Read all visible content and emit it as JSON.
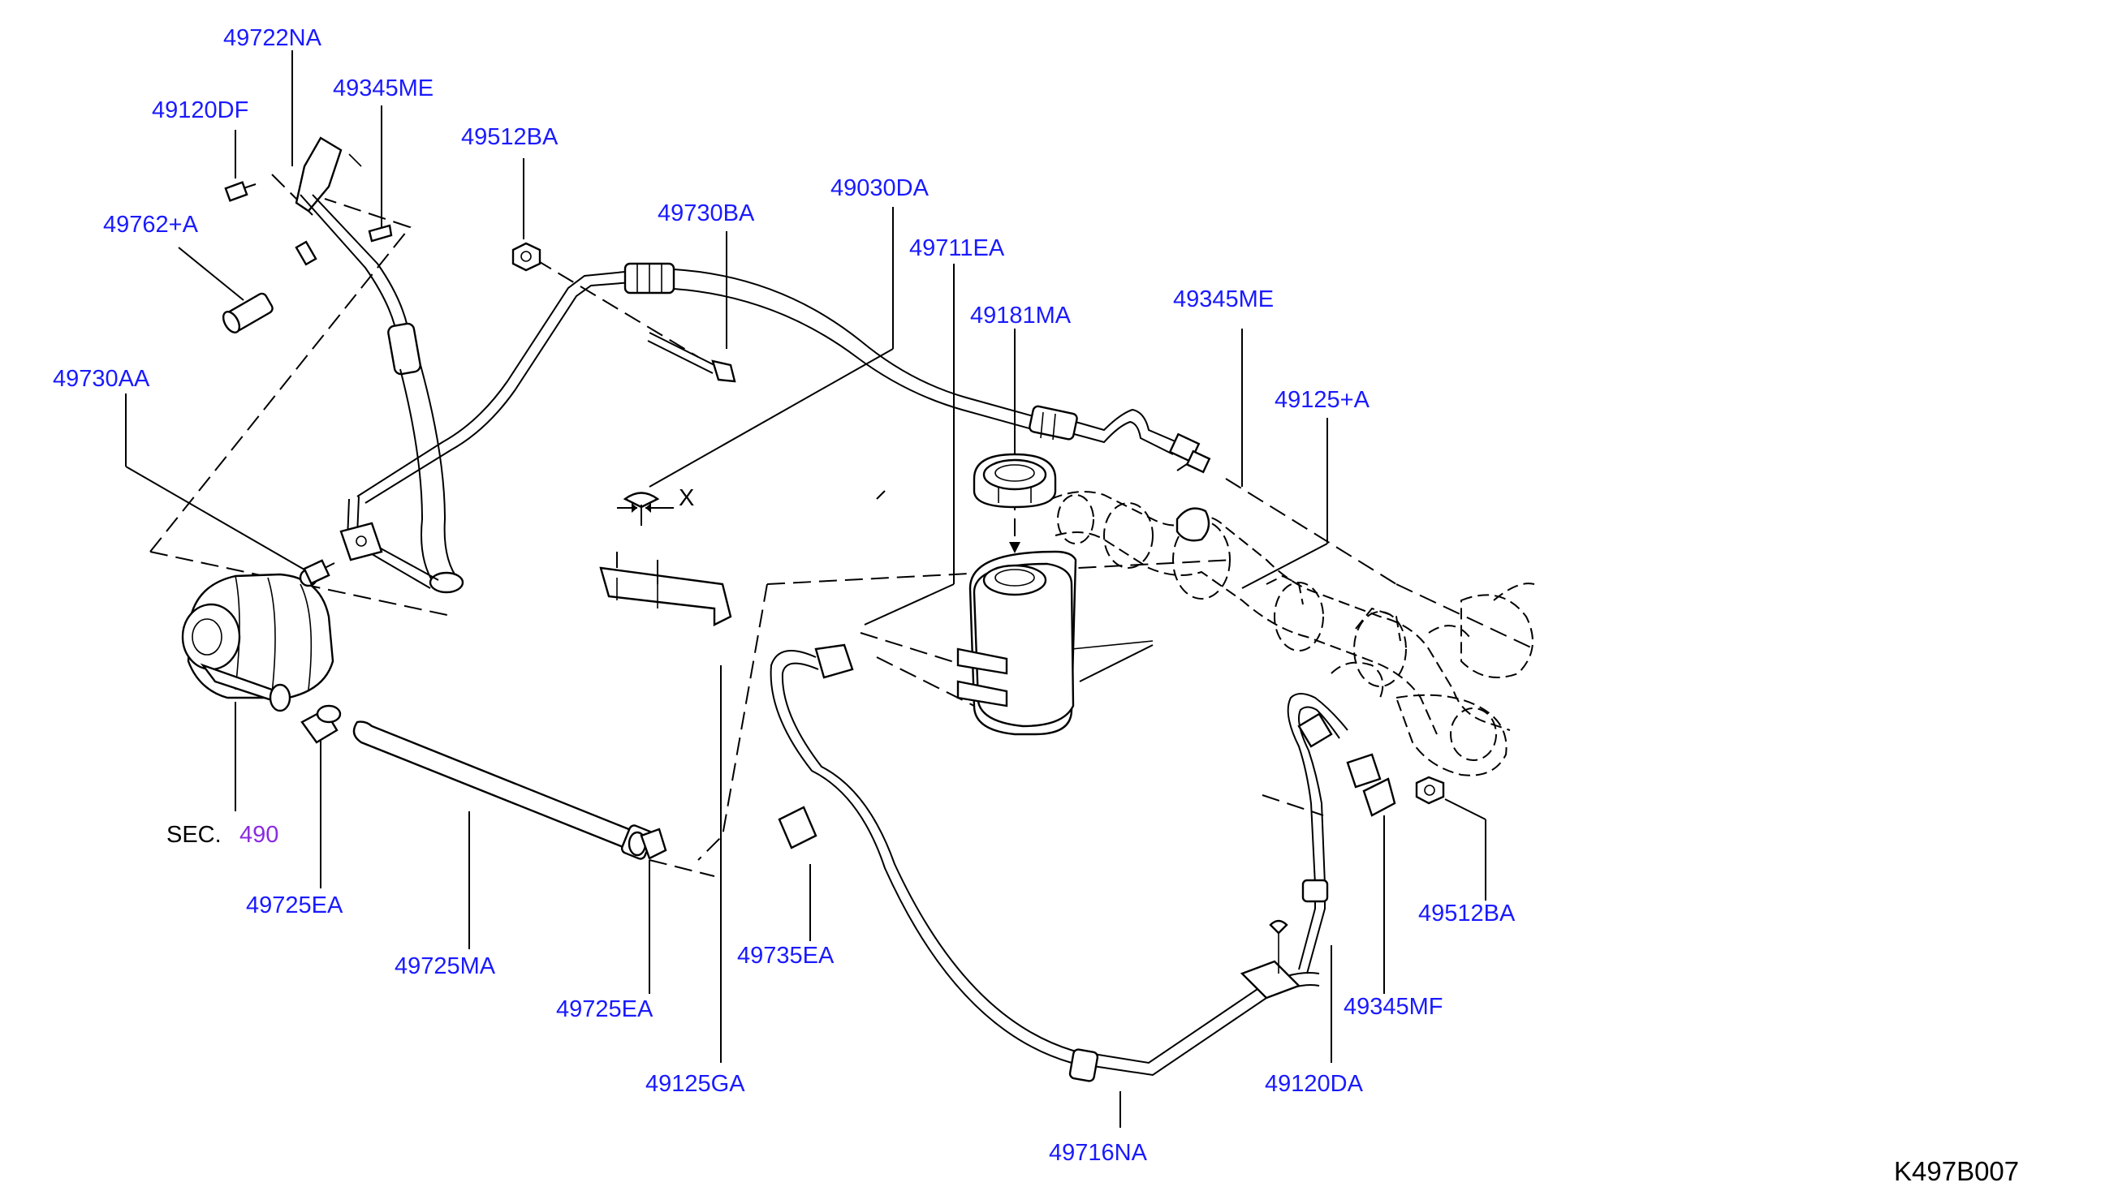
{
  "labels": {
    "l_49722NA": "49722NA",
    "l_49120DF": "49120DF",
    "l_49345ME_a": "49345ME",
    "l_49512BA_a": "49512BA",
    "l_49762A": "49762+A",
    "l_49730BA": "49730BA",
    "l_49030DA": "49030DA",
    "l_49711EA": "49711EA",
    "l_49181MA": "49181MA",
    "l_49345ME_b": "49345ME",
    "l_49730AA": "49730AA",
    "l_49125A": "49125+A",
    "l_x": "X",
    "l_sec": "SEC.",
    "l_490": "490",
    "l_49725EA_a": "49725EA",
    "l_49725MA": "49725MA",
    "l_49725EA_b": "49725EA",
    "l_49735EA": "49735EA",
    "l_49512BA_b": "49512BA",
    "l_49345MF": "49345MF",
    "l_49125GA": "49125GA",
    "l_49120DA": "49120DA",
    "l_49716NA": "49716NA",
    "l_code": "K497B007"
  }
}
